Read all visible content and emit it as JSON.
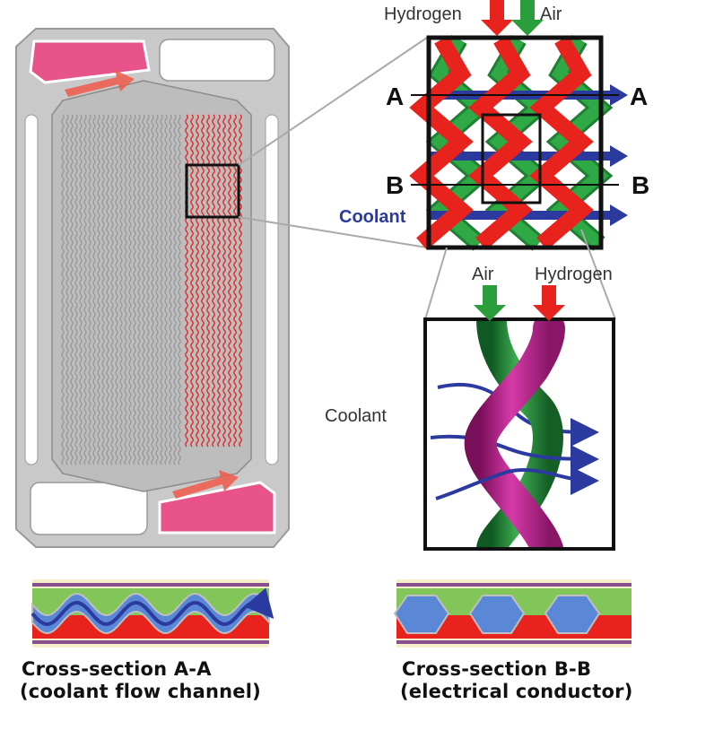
{
  "top_diagram": {
    "inlet_labels": {
      "hydrogen": "Hydrogen",
      "air": "Air"
    },
    "section_a": "A",
    "section_b": "B",
    "coolant": "Coolant"
  },
  "detail_3d": {
    "air": "Air",
    "hydrogen": "Hydrogen",
    "coolant": "Coolant"
  },
  "captions": {
    "aa_title": "Cross-section A-A",
    "aa_sub": "(coolant flow channel)",
    "bb_title": "Cross-section B-B",
    "bb_sub": "(electrical conductor)"
  },
  "colors": {
    "hydrogen": "#e8231e",
    "air": "#2a9e3a",
    "coolant": "#2b3a9e",
    "plate": "#c9c9c9",
    "manifold": "#e8538a",
    "hydrogen_3d": "#c2188f"
  }
}
